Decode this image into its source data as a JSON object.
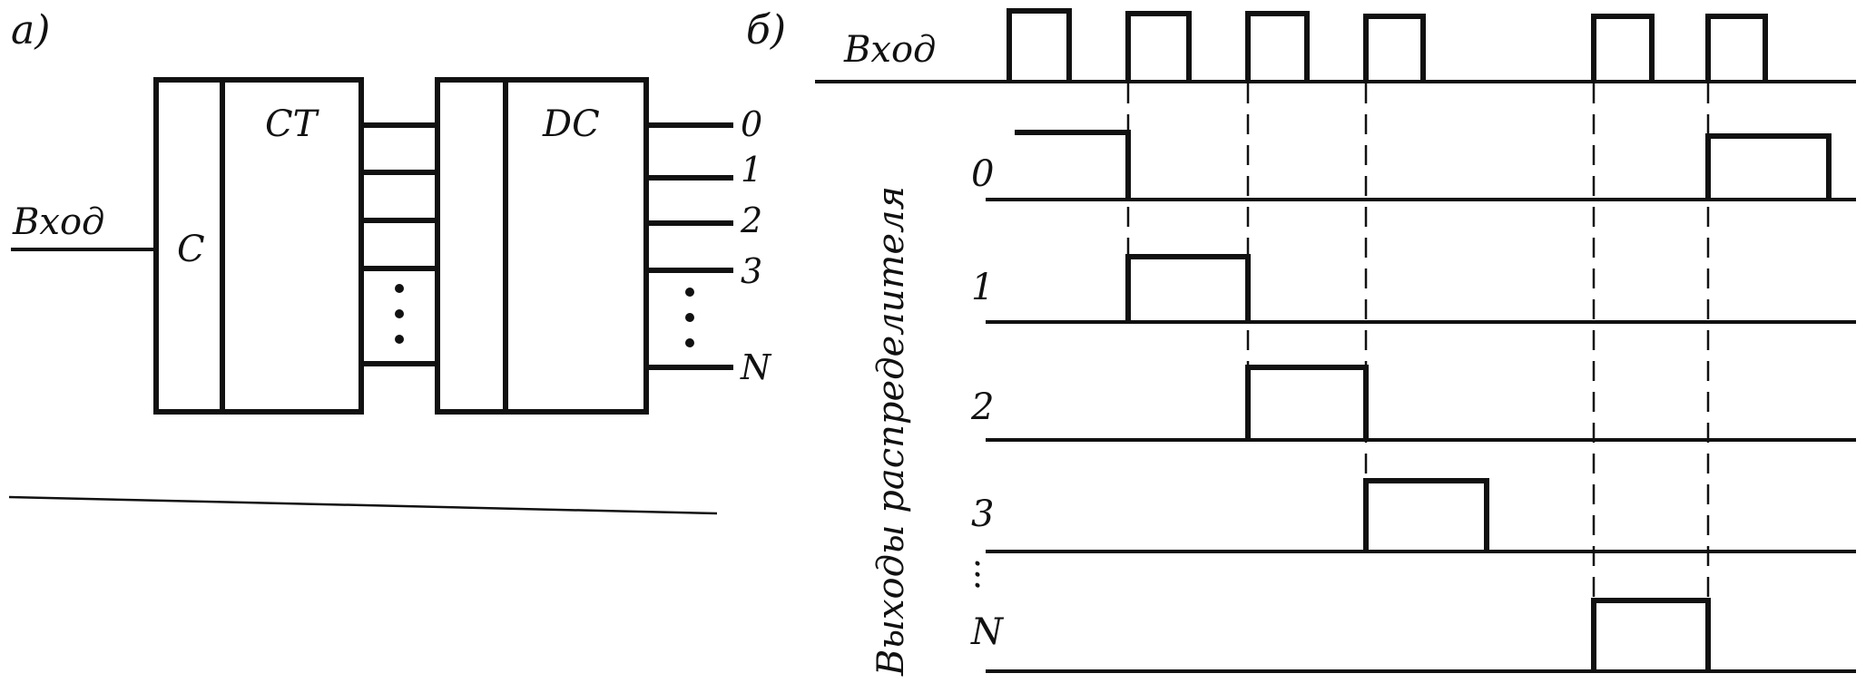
{
  "part_a": {
    "tag": "а)",
    "input_label": "Вход",
    "clock_label": "C",
    "counter_label": "CT",
    "decoder_label": "DC",
    "output_labels": [
      "0",
      "1",
      "2",
      "3",
      "N"
    ]
  },
  "part_b": {
    "tag": "б)",
    "input_label": "Вход",
    "outputs_axis_label": "Выходы распределителя",
    "rows": [
      {
        "label": "0"
      },
      {
        "label": "1"
      },
      {
        "label": "2"
      },
      {
        "label": "3"
      },
      {
        "label": "N"
      }
    ],
    "continuation": "..."
  }
}
